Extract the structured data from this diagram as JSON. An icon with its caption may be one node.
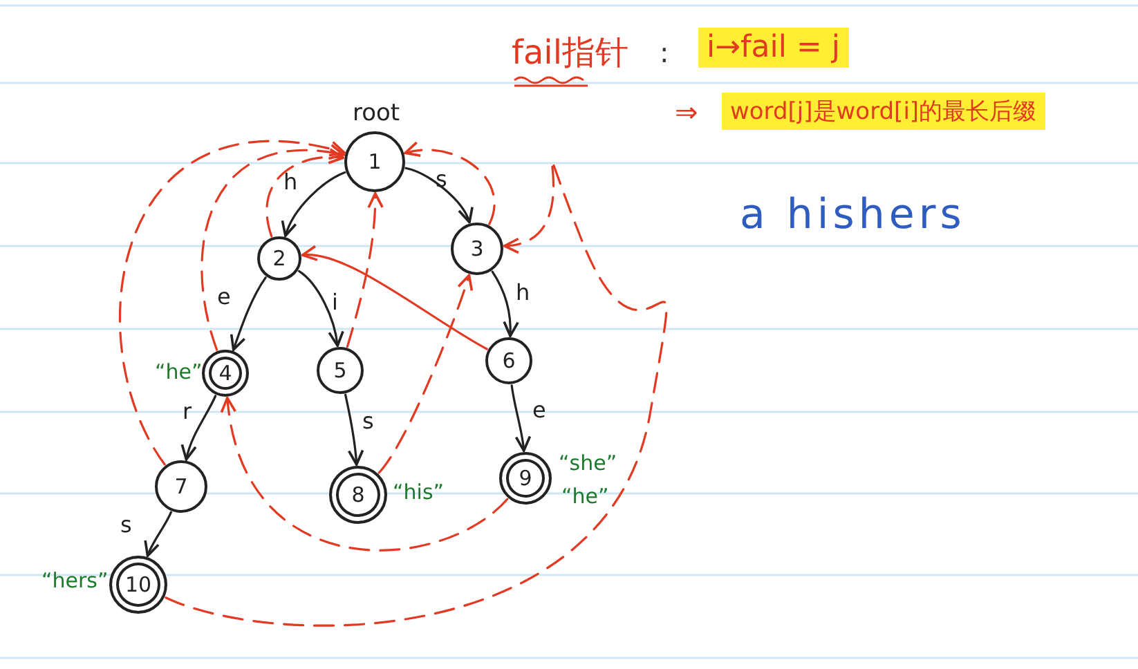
{
  "diagram": {
    "nodes": [
      {
        "text": [
          "1"
        ],
        "beside": [
          "root"
        ]
      },
      {
        "text": [
          "2"
        ]
      },
      {
        "text": [
          "3"
        ]
      },
      {
        "text": [
          "4"
        ],
        "beside": [
          "“he”"
        ]
      },
      {
        "text": [
          "5"
        ]
      },
      {
        "text": [
          "6"
        ]
      },
      {
        "text": [
          "7"
        ]
      },
      {
        "text": [
          "8"
        ],
        "beside": [
          "“his”"
        ]
      },
      {
        "text": [
          "9"
        ],
        "beside": [
          "“she”",
          "“he”"
        ]
      },
      {
        "text": [
          "10"
        ],
        "beside": [
          "“hers”"
        ]
      }
    ],
    "edges": [
      {
        "from": 0,
        "to": 1,
        "arrow": "to",
        "label": "h"
      },
      {
        "from": 0,
        "to": 2,
        "arrow": "to",
        "label": "s"
      },
      {
        "from": 1,
        "to": 3,
        "arrow": "to",
        "label": "e"
      },
      {
        "from": 1,
        "to": 4,
        "arrow": "to",
        "label": "i"
      },
      {
        "from": 2,
        "to": 5,
        "arrow": "to",
        "label": "h"
      },
      {
        "from": 3,
        "to": 6,
        "arrow": "to",
        "label": "r"
      },
      {
        "from": 4,
        "to": 7,
        "arrow": "to",
        "label": "s"
      },
      {
        "from": 5,
        "to": 8,
        "arrow": "to",
        "label": "e"
      },
      {
        "from": 6,
        "to": 9,
        "arrow": "to",
        "label": "s"
      },
      {
        "from": 1,
        "to": 0,
        "arrow": "to",
        "style": "dashed",
        "color": "#e23a22"
      },
      {
        "from": 2,
        "to": 0,
        "arrow": "to",
        "style": "dashed",
        "color": "#e23a22"
      },
      {
        "from": 3,
        "to": 0,
        "arrow": "to",
        "style": "dashed",
        "color": "#e23a22"
      },
      {
        "from": 4,
        "to": 0,
        "arrow": "to",
        "style": "dashed",
        "color": "#e23a22"
      },
      {
        "from": 5,
        "to": 1,
        "arrow": "to",
        "color": "#e23a22"
      },
      {
        "from": 6,
        "to": 0,
        "arrow": "to",
        "style": "dashed",
        "color": "#e23a22"
      },
      {
        "from": 7,
        "to": 2,
        "arrow": "to",
        "style": "dashed",
        "color": "#e23a22"
      },
      {
        "from": 8,
        "to": 3,
        "arrow": "to",
        "style": "dashed",
        "color": "#e23a22"
      },
      {
        "from": 9,
        "to": 2,
        "arrow": "to",
        "style": "dashed",
        "color": "#e23a22"
      }
    ],
    "labels": [
      "fail指针",
      ":",
      "i→fail = j",
      "⇒",
      "word[j]是word[i]的最长后缀",
      "a hishers"
    ]
  }
}
